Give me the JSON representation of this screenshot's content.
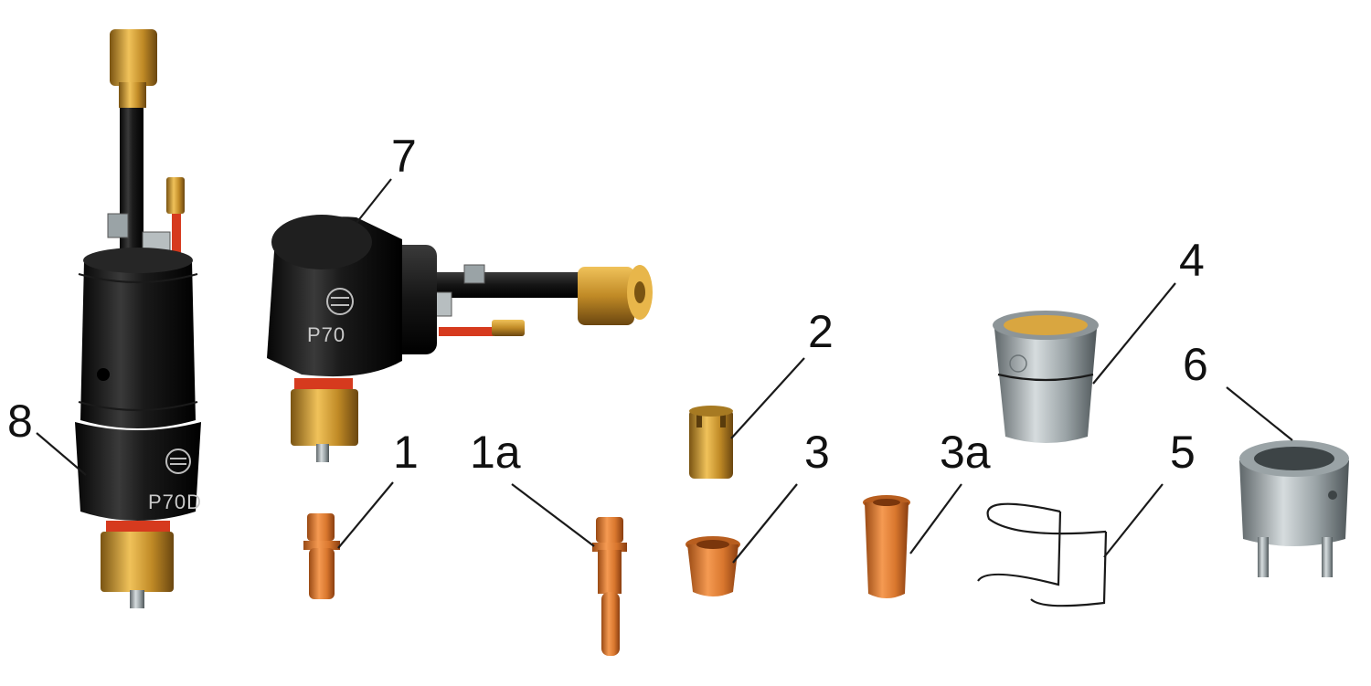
{
  "colors": {
    "brass": "#c9962e",
    "copper": "#d9772e",
    "black_body": "#151515",
    "steel": "#9aa3a6",
    "wire": "#d63a1e"
  },
  "parts": {
    "torch_head_straight": {
      "callout": "8",
      "marking": "P70D"
    },
    "torch_head_angled": {
      "callout": "7",
      "marking": "P70"
    },
    "electrode": {
      "callout": "1"
    },
    "electrode_long": {
      "callout": "1a"
    },
    "swirl_ring": {
      "callout": "2"
    },
    "nozzle": {
      "callout": "3"
    },
    "nozzle_long": {
      "callout": "3a"
    },
    "shield_cup": {
      "callout": "4"
    },
    "spacer_spring": {
      "callout": "5"
    },
    "tool_key": {
      "callout": "6"
    }
  }
}
